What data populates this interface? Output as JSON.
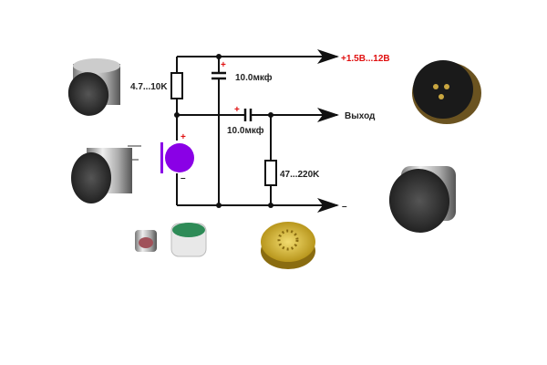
{
  "labels": {
    "r1": "4.7...10K",
    "c1": "10.0мкф",
    "c2": "10.0мкф",
    "r2": "47...220K",
    "supply": "+1.5В...12В",
    "output": "Выход",
    "ground": "–",
    "plus": "+",
    "minus": "–"
  },
  "colors": {
    "wire": "#111111",
    "supply": "#e01010",
    "mic": "#8a00e6"
  }
}
